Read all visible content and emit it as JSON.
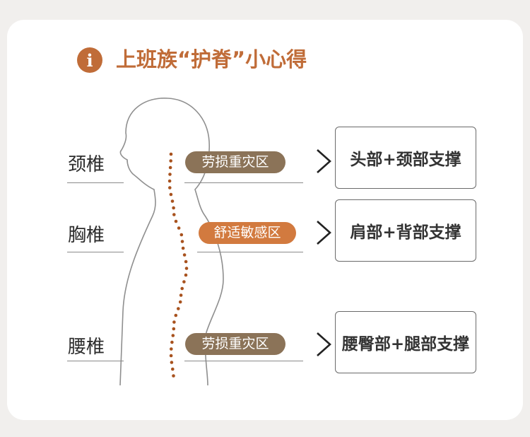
{
  "colors": {
    "accent": "#c06c38",
    "pill_neutral": "#8b7358",
    "pill_accent": "#d27a3f",
    "spine_dots": "#a8521e",
    "outline": "#8f8f8f"
  },
  "header": {
    "icon": "info-icon",
    "icon_glyph": "i",
    "title": "上班族“护脊”小心得"
  },
  "rows": [
    {
      "region": "颈椎",
      "tag": "劳损重灾区",
      "tag_style": "neutral",
      "support": "头部+颈部支撑"
    },
    {
      "region": "胸椎",
      "tag": "舒适敏感区",
      "tag_style": "accent",
      "support": "肩部+背部支撑"
    },
    {
      "region": "腰椎",
      "tag": "劳损重灾区",
      "tag_style": "neutral",
      "support": "腰臀部+腿部支撑"
    }
  ]
}
